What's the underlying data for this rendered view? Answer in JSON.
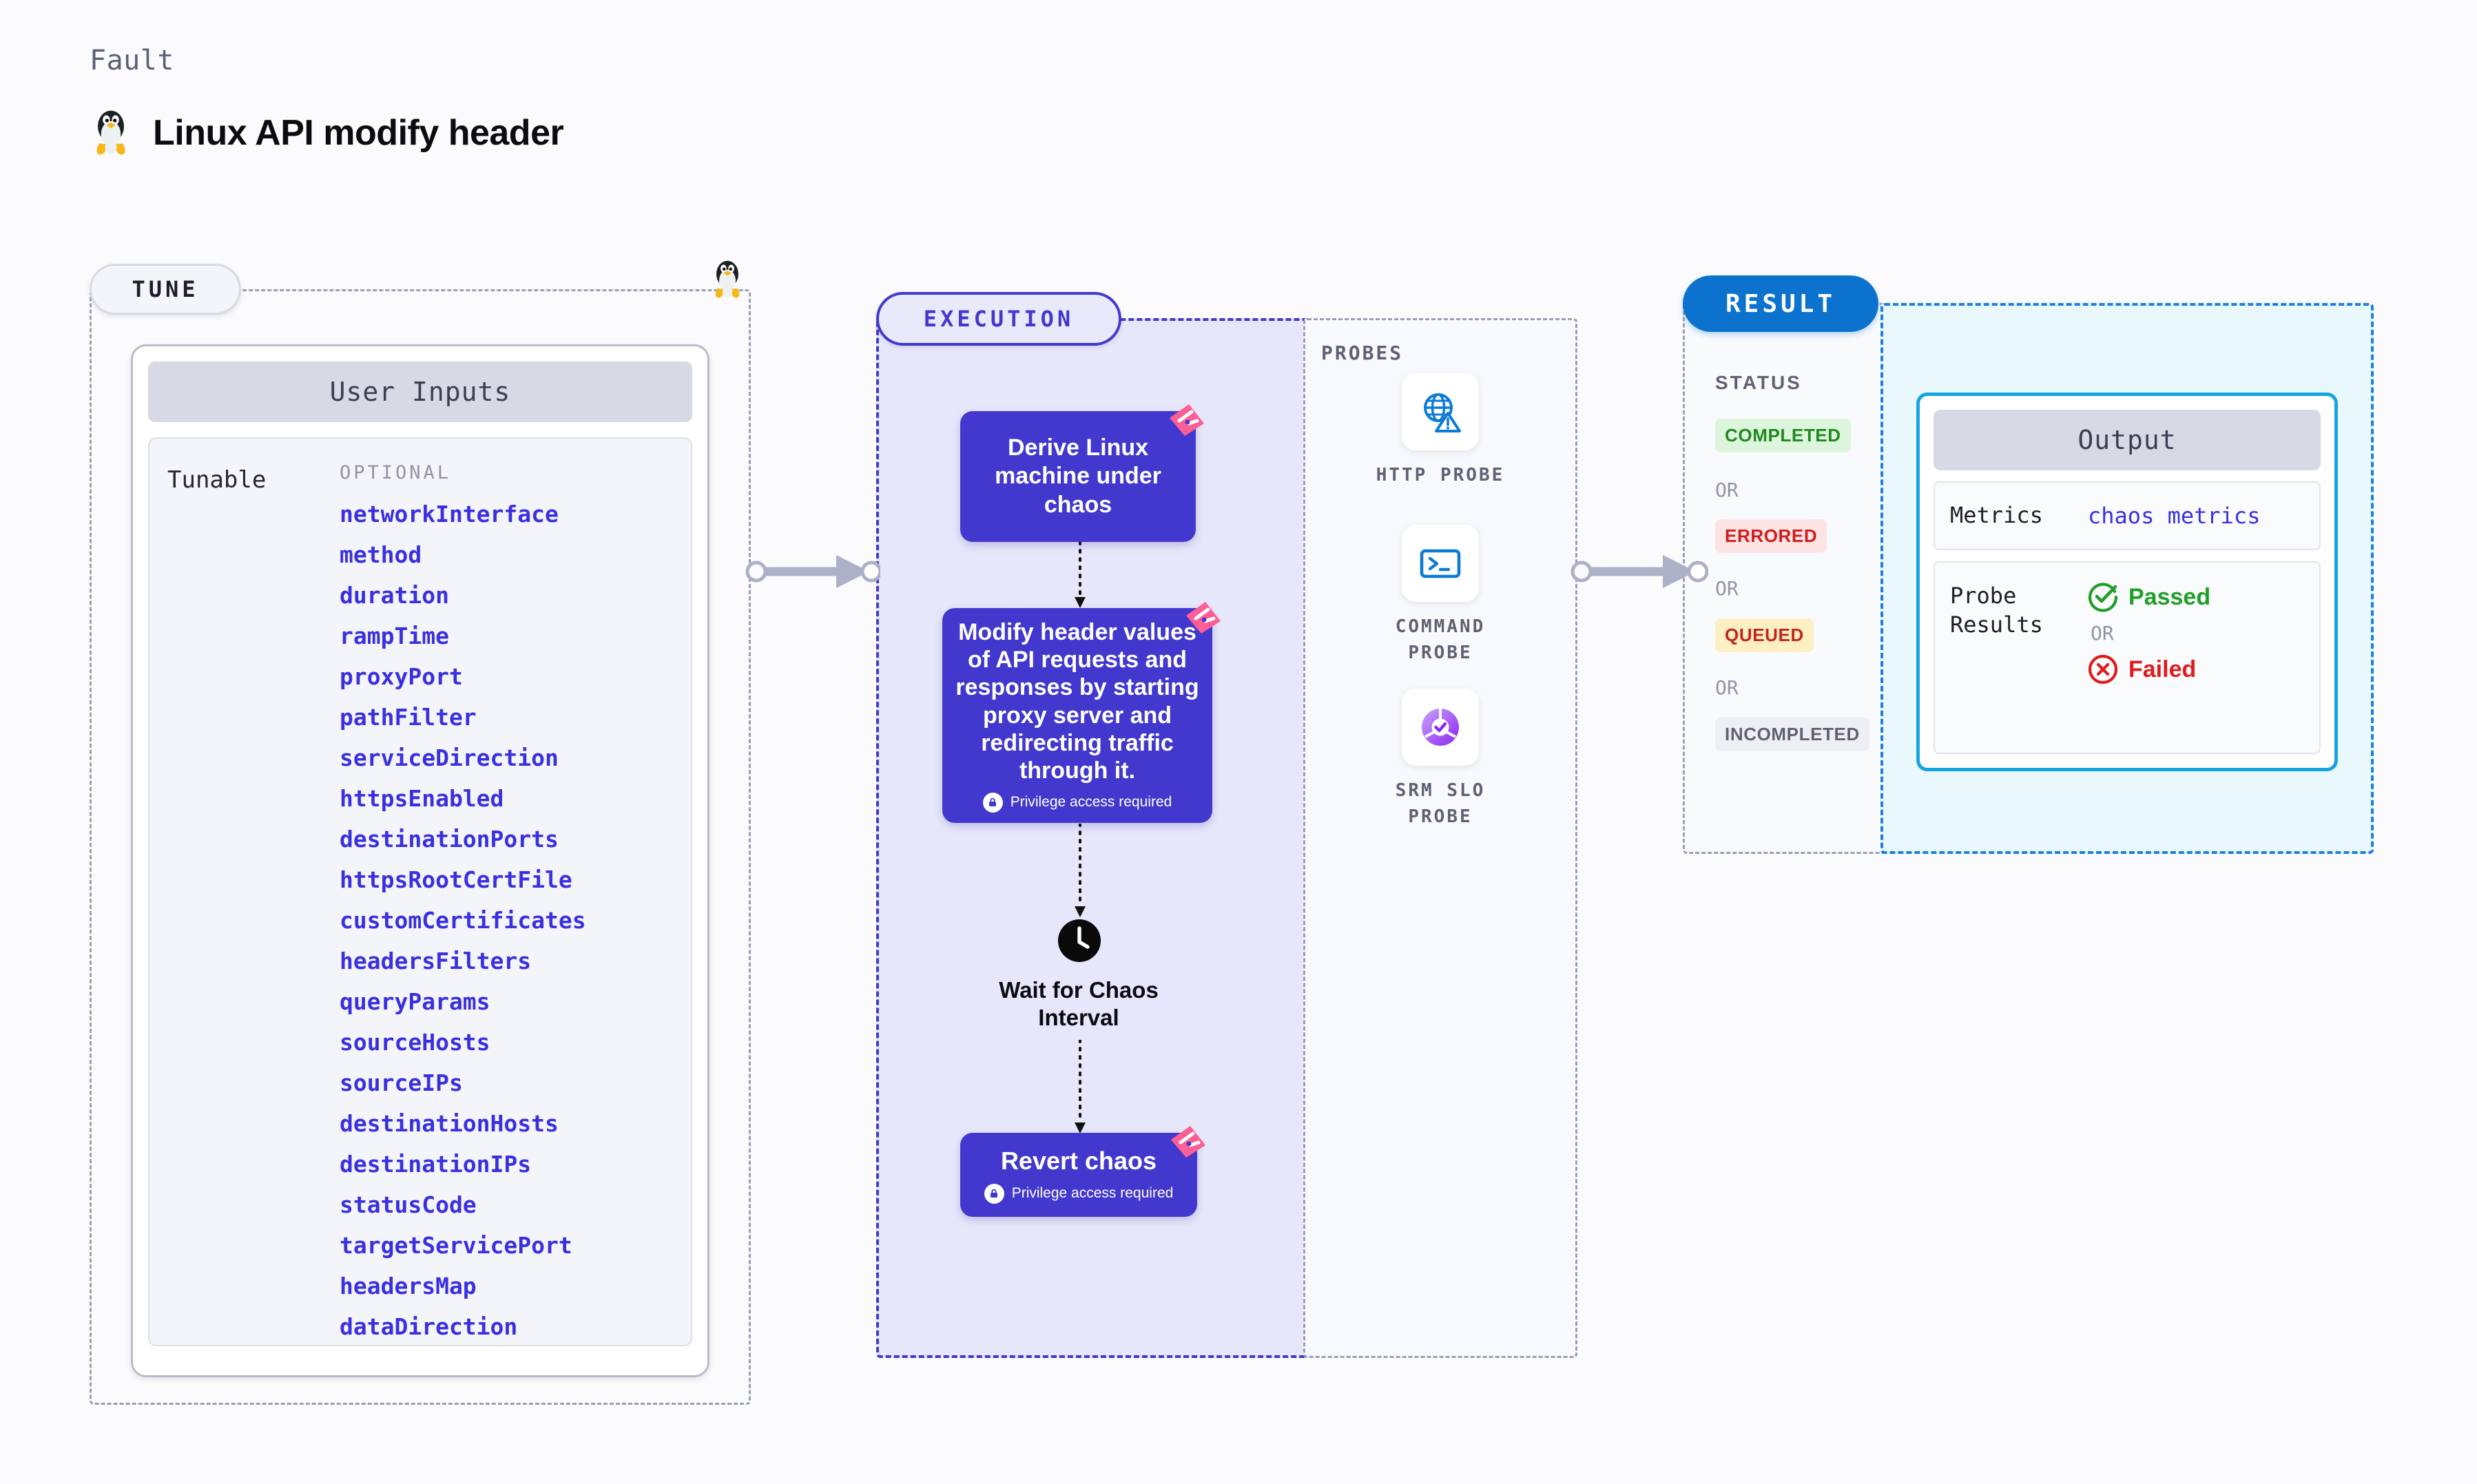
{
  "header": {
    "eyebrow": "Fault",
    "title": "Linux API modify header",
    "icon": "linux-tux-icon"
  },
  "tune": {
    "badge": "TUNE",
    "card_title": "User Inputs",
    "tunable_label": "Tunable",
    "optional_label": "OPTIONAL",
    "parameters": [
      "networkInterface",
      "method",
      "duration",
      "rampTime",
      "proxyPort",
      "pathFilter",
      "serviceDirection",
      "httpsEnabled",
      "destinationPorts",
      "httpsRootCertFile",
      "customCertificates",
      "headersFilters",
      "queryParams",
      "sourceHosts",
      "sourceIPs",
      "destinationHosts",
      "destinationIPs",
      "statusCode",
      "targetServicePort",
      "headersMap",
      "dataDirection"
    ]
  },
  "execution": {
    "badge": "EXECUTION",
    "nodes": [
      {
        "label": "Derive Linux machine under chaos",
        "privilege": null
      },
      {
        "label": "Modify header values of API requests and responses by starting proxy server and redirecting traffic through it.",
        "privilege": "Privilege access required"
      },
      {
        "label": "Revert chaos",
        "privilege": "Privilege access required"
      }
    ],
    "wait_step": {
      "label": "Wait for Chaos Interval",
      "icon": "clock-icon"
    },
    "privilege_icon": "lock-icon",
    "corner_icon": "litmus-mark-icon"
  },
  "probes": {
    "title": "PROBES",
    "items": [
      {
        "name": "HTTP  PROBE",
        "icon": "globe-warning-icon"
      },
      {
        "name": "COMMAND PROBE",
        "icon": "terminal-icon"
      },
      {
        "name": "SRM SLO PROBE",
        "icon": "slo-donut-check-icon"
      }
    ]
  },
  "result": {
    "badge": "RESULT",
    "status_title": "STATUS",
    "or_label": "OR",
    "statuses": [
      {
        "label": "COMPLETED",
        "bg": "#dcf5dc",
        "fg": "#1f8a1f"
      },
      {
        "label": "ERRORED",
        "bg": "#fde4e4",
        "fg": "#d01c1c"
      },
      {
        "label": "QUEUED",
        "bg": "#fcefc4",
        "fg": "#c2261a"
      },
      {
        "label": "INCOMPLETED",
        "bg": "#eeeff5",
        "fg": "#5d6274"
      }
    ],
    "output": {
      "title": "Output",
      "metrics_key": "Metrics",
      "metrics_value": "chaos metrics",
      "probe_key": "Probe Results",
      "passed_label": "Passed",
      "failed_label": "Failed",
      "or_label": "OR",
      "passed_icon": "check-circle-icon",
      "failed_icon": "x-circle-icon"
    }
  },
  "colors": {
    "accent_indigo": "#4338ce",
    "accent_blue": "#0b72ce",
    "accent_cyan": "#16a5e0",
    "param_blue": "#3a30e0",
    "pink_mark": "#fb5f95",
    "pass_green": "#1f9e28",
    "fail_red": "#e01b1b"
  }
}
